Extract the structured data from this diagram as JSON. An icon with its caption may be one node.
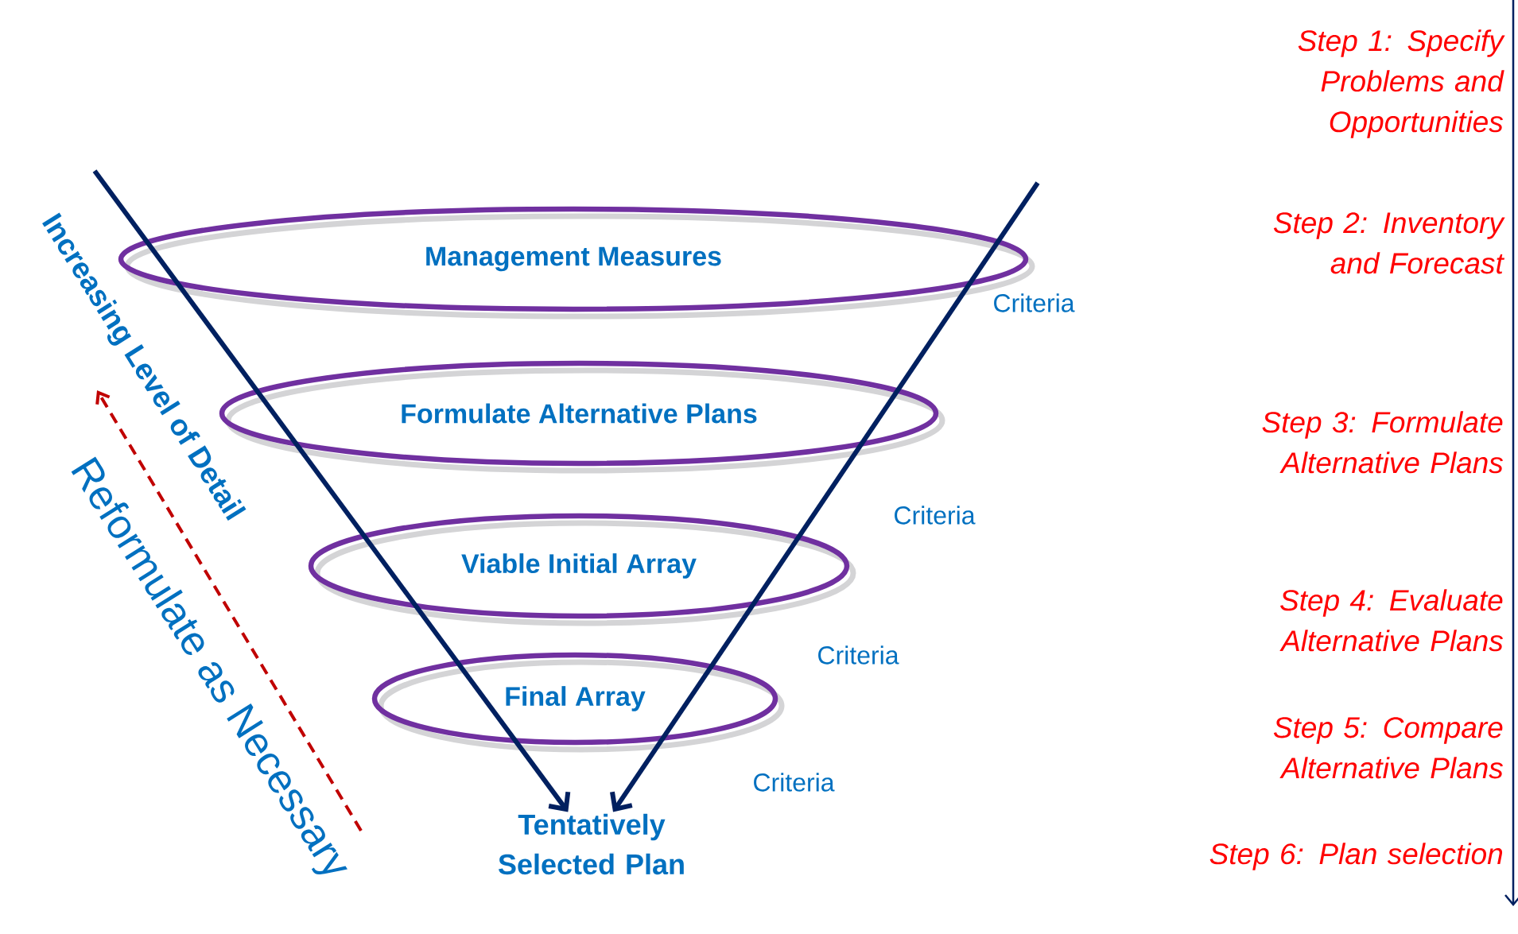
{
  "diagram": {
    "nodes": [
      {
        "text": [
          "Management Measures"
        ]
      },
      {
        "text": [
          "Formulate Alternative Plans"
        ]
      },
      {
        "text": [
          "Viable Initial Array"
        ]
      },
      {
        "text": [
          "Final Array"
        ]
      },
      {
        "text": [
          "Tentatively Selected Plan"
        ]
      }
    ],
    "edges": [
      {
        "from": null,
        "to": 4,
        "arrow": "to"
      },
      {
        "from": null,
        "to": 4,
        "arrow": "to"
      }
    ],
    "labels": [
      "Step 1: Specify Problems and Opportunities",
      "Increasing Level of Detail",
      "Step 2: Inventory and Forecast",
      "Criteria",
      "Reformulate as Necessary",
      "Step 3: Formulate Alternative Plans",
      "Criteria",
      "Step 4: Evaluate Alternative Plans",
      "Criteria",
      "Step 5: Compare Alternative Plans",
      "Criteria",
      "Step 6: Plan selection"
    ]
  }
}
